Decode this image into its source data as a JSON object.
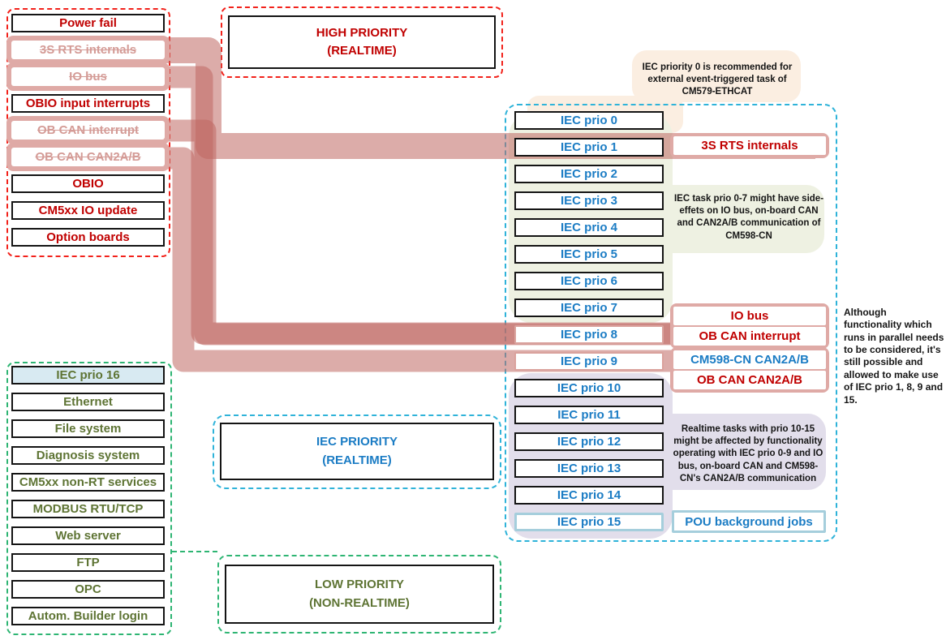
{
  "groups": {
    "high": {
      "title1": "HIGH PRIORITY",
      "title2": "(REALTIME)",
      "items": [
        {
          "label": "Power fail",
          "struck": false
        },
        {
          "label": "3S RTS internals",
          "struck": true
        },
        {
          "label": "IO bus",
          "struck": true
        },
        {
          "label": "OBIO input interrupts",
          "struck": false
        },
        {
          "label": "OB CAN interrupt",
          "struck": true
        },
        {
          "label": "OB CAN CAN2A/B",
          "struck": true
        },
        {
          "label": "OBIO",
          "struck": false
        },
        {
          "label": "CM5xx IO update",
          "struck": false
        },
        {
          "label": "Option boards",
          "struck": false
        }
      ]
    },
    "iec": {
      "title1": "IEC PRIORITY",
      "title2": "(REALTIME)",
      "priorities": [
        "IEC prio 0",
        "IEC prio 1",
        "IEC prio 2",
        "IEC prio 3",
        "IEC prio 4",
        "IEC prio 5",
        "IEC prio 6",
        "IEC prio 7",
        "IEC prio 8",
        "IEC prio 9",
        "IEC prio 10",
        "IEC prio 11",
        "IEC prio 12",
        "IEC prio 13",
        "IEC prio 14",
        "IEC prio 15"
      ]
    },
    "low": {
      "title1": "LOW PRIORITY",
      "title2": "(NON-REALTIME)",
      "items": [
        "IEC prio 16",
        "Ethernet",
        "File system",
        "Diagnosis system",
        "CM5xx non-RT services",
        "MODBUS RTU/TCP",
        "Web server",
        "FTP",
        "OPC",
        "Autom. Builder login"
      ]
    }
  },
  "right_labels": {
    "prio1": [
      {
        "text": "3S RTS internals",
        "color": "red"
      }
    ],
    "prio8": [
      {
        "text": "IO bus",
        "color": "red"
      },
      {
        "text": "OB CAN interrupt",
        "color": "red"
      }
    ],
    "prio9": [
      {
        "text": "CM598-CN CAN2A/B",
        "color": "blue"
      },
      {
        "text": "OB CAN CAN2A/B",
        "color": "red"
      }
    ],
    "prio15": "POU background jobs"
  },
  "notes": {
    "prio0": "IEC priority 0 is recommended for external event-triggered task of CM579-ETHCAT",
    "prio07": "IEC task prio 0-7 might have side-effets on IO bus, on-board CAN and CAN2A/B communication of CM598-CN",
    "prio1015": "Realtime tasks with prio 10-15 might be affected by functionality operating with IEC prio 0-9 and IO bus, on-board CAN and CM598-CN's CAN2A/B communication",
    "side": "Although functionality which runs in parallel needs to be considered, it's still possible and allowed to make use of IEC prio 1, 8, 9 and 15."
  },
  "colors": {
    "band_salmon": "#DCACA8",
    "band_overlap": "#CC8781",
    "red_text": "#C00000",
    "struck_text": "#D49B96",
    "blue_text": "#1B7CC4",
    "olive_text": "#5E7434",
    "red_dash": "#F2221B",
    "teal_dash": "#2FB3D9",
    "green_dash": "#2EB573",
    "blob_peach": "#FBEEE1",
    "blob_light_green": "#EEF1E2",
    "blob_lavender": "#E2DEEB",
    "prio16_fill": "#D8EAF2",
    "lightblue_border": "#A5CEDC"
  }
}
